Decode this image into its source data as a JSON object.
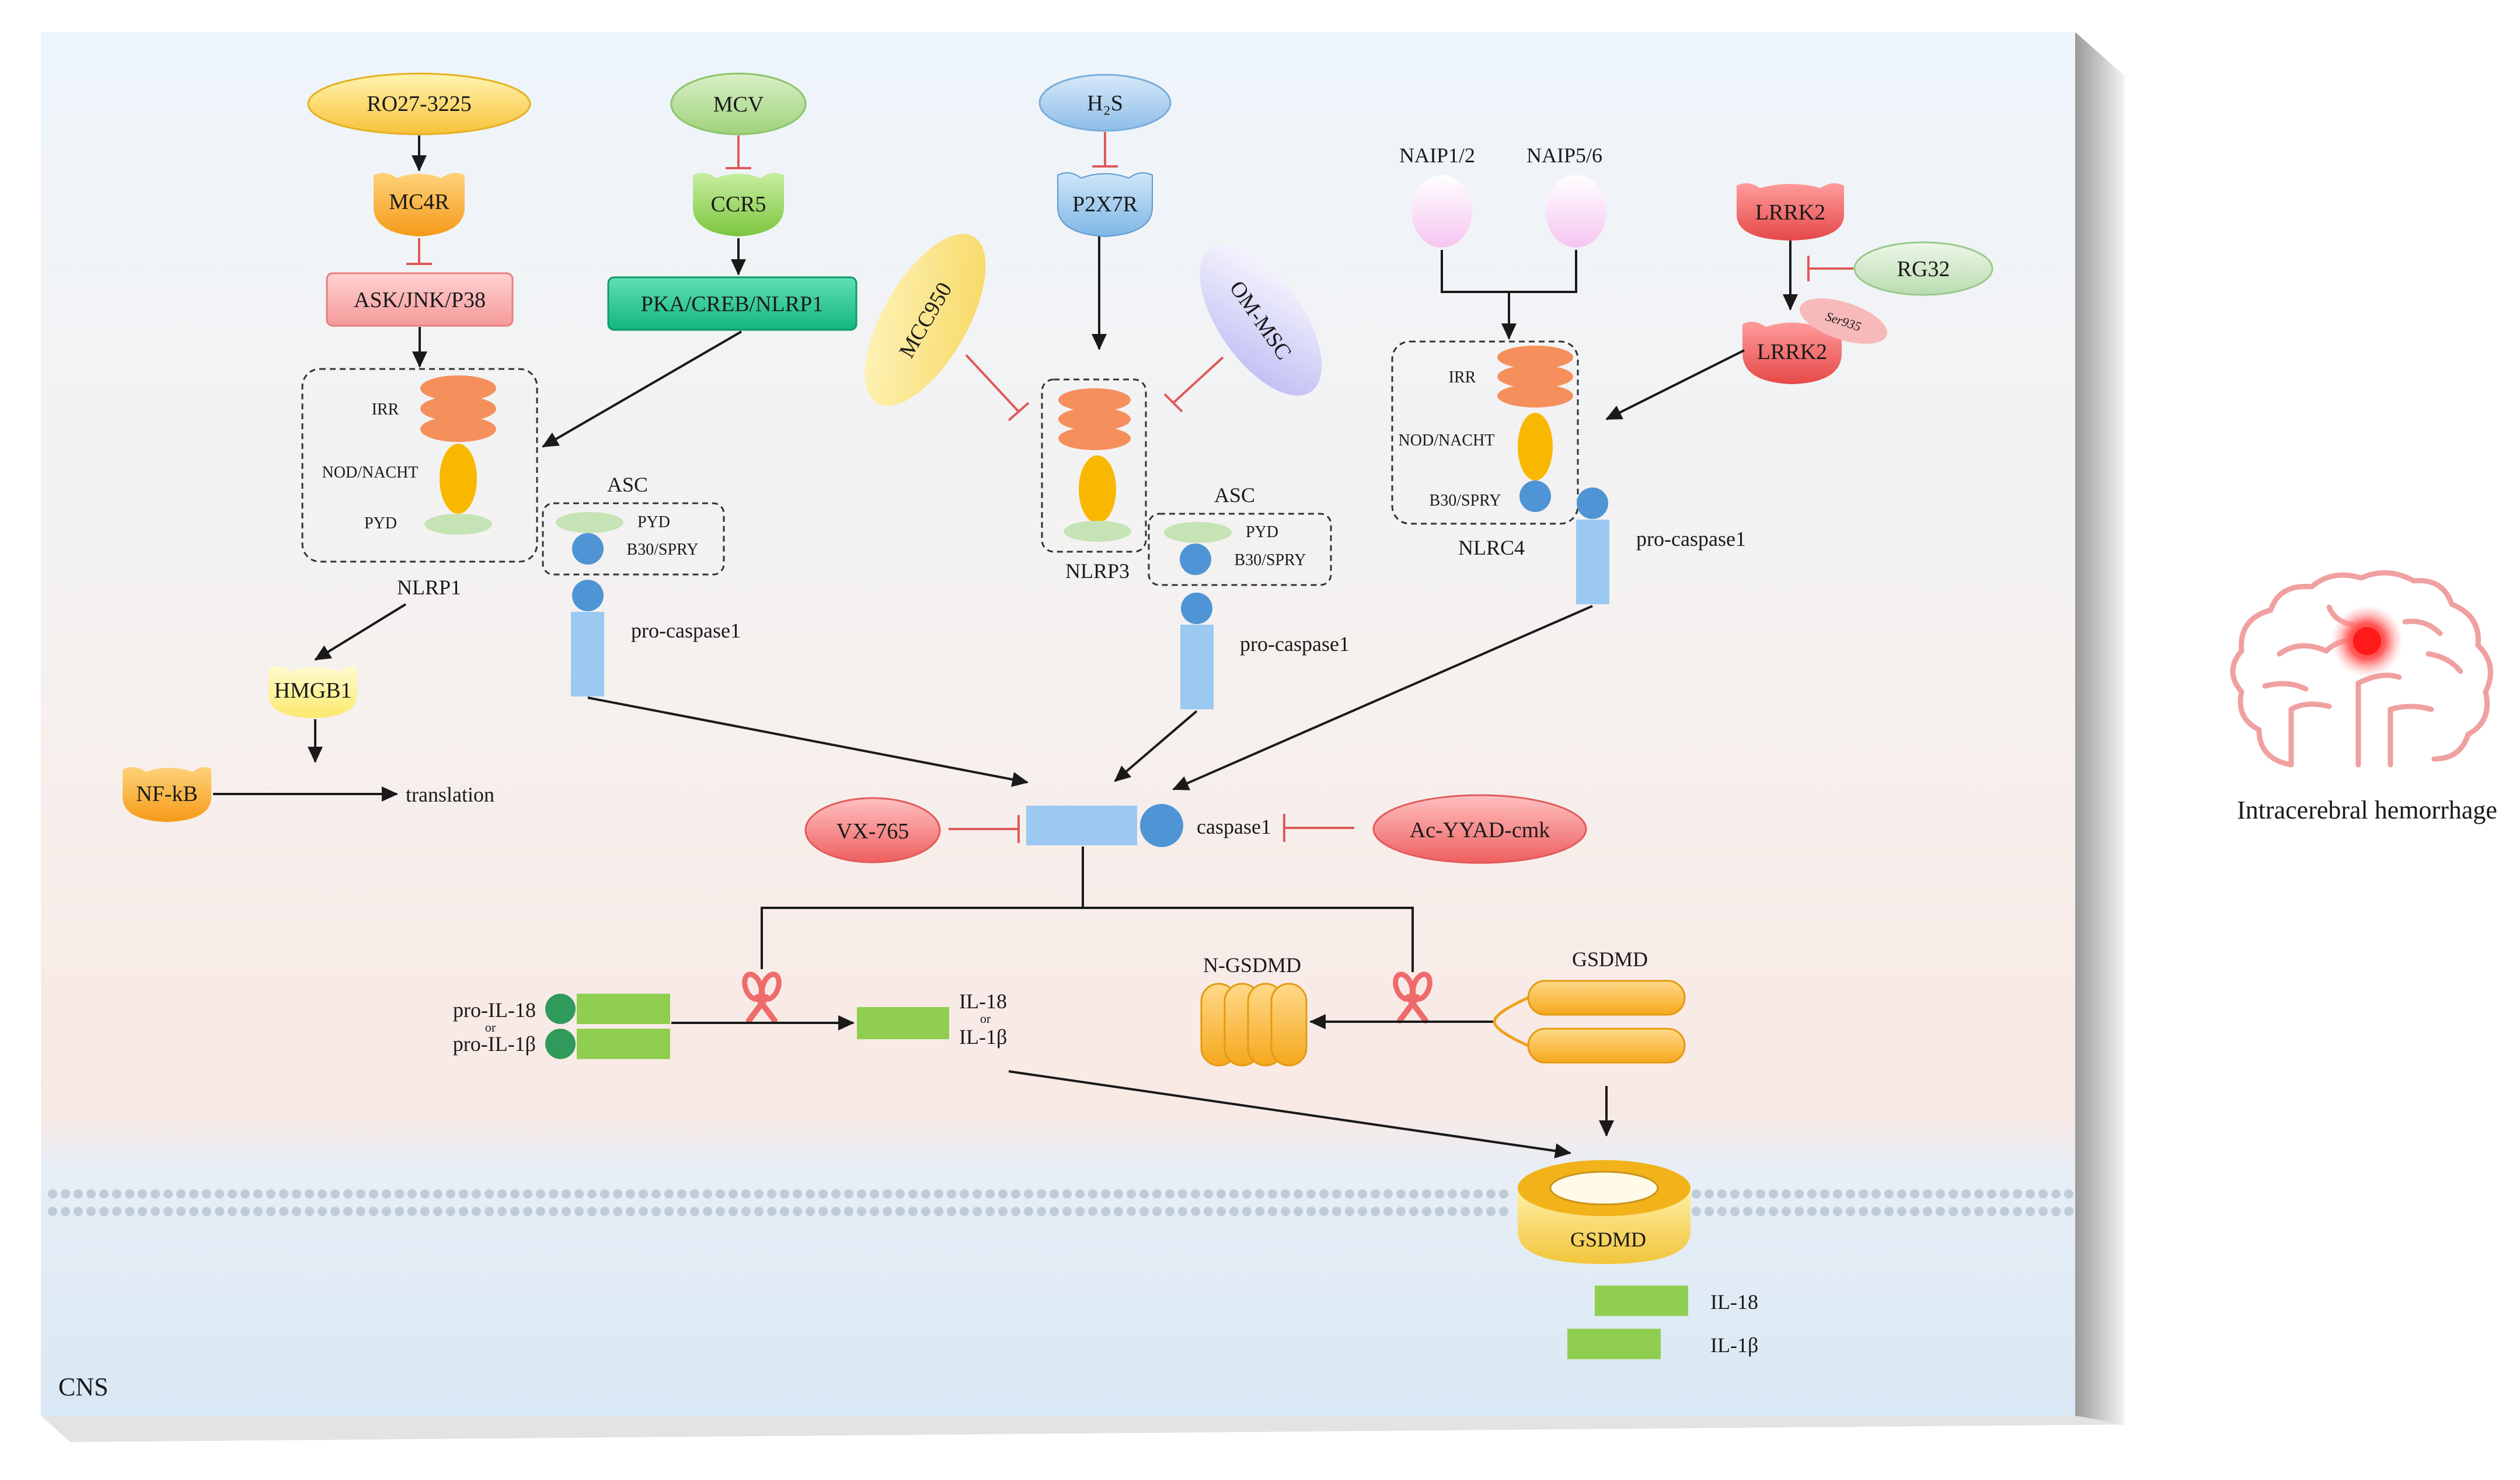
{
  "region_label": "CNS",
  "side_label": "Intracerebral hemorrhage",
  "nodes": {
    "ro27": "RO27-3225",
    "mc4r": "MC4R",
    "ask": "ASK/JNK/P38",
    "mcv": "MCV",
    "ccr5": "CCR5",
    "pka": "PKA/CREB/NLRP1",
    "h2s": "H₂S",
    "p2x7r": "P2X7R",
    "mcc950": "MCC950",
    "ommsc": "OM-MSC",
    "naip12": "NAIP1/2",
    "naip56": "NAIP5/6",
    "lrrk2_top": "LRRK2",
    "lrrk2_bottom": "LRRK2",
    "rg32": "RG32",
    "ser935": "Ser935",
    "hmgb1": "HMGB1",
    "nfkb": "NF-kB",
    "translation": "translation",
    "vx765": "VX-765",
    "acyyad": "Ac-YYAD-cmk",
    "caspase1": "caspase1"
  },
  "nlrp1": {
    "name": "NLRP1",
    "irr": "IRR",
    "nod": "NOD/NACHT",
    "pyd": "PYD"
  },
  "asc_left": {
    "name": "ASC",
    "pyd": "PYD",
    "b30": "B30/SPRY",
    "procasp": "pro-caspase1"
  },
  "nlrp3": {
    "name": "NLRP3"
  },
  "asc_mid": {
    "name": "ASC",
    "pyd": "PYD",
    "b30": "B30/SPRY",
    "procasp": "pro-caspase1"
  },
  "nlrc4": {
    "name": "NLRC4",
    "irr": "IRR",
    "nod": "NOD/NACHT",
    "b30": "B30/SPRY",
    "procasp": "pro-caspase1"
  },
  "cytokines": {
    "pro_il18": "pro-IL-18",
    "or1": "or",
    "pro_il1b": "pro-IL-1β",
    "il18": "IL-18",
    "or2": "or",
    "il1b": "IL-1β"
  },
  "gsdmd": {
    "n_gsdmd": "N-GSDMD",
    "gsdmd": "GSDMD",
    "pore": "GSDMD",
    "released_il18": "IL-18",
    "released_il1b": "IL-1β"
  },
  "colors": {
    "arrow": "#1a1a1a",
    "inhibit": "#e05a5a",
    "orange_domain": "#f5905c",
    "yellow_domain": "#f9b800",
    "green_domain": "#c6e3b5",
    "blue_dot": "#4f95d6",
    "blue_bar": "#9cc9f2",
    "green_bar": "#8fce4e",
    "dark_green_dot": "#2f9a5a"
  }
}
